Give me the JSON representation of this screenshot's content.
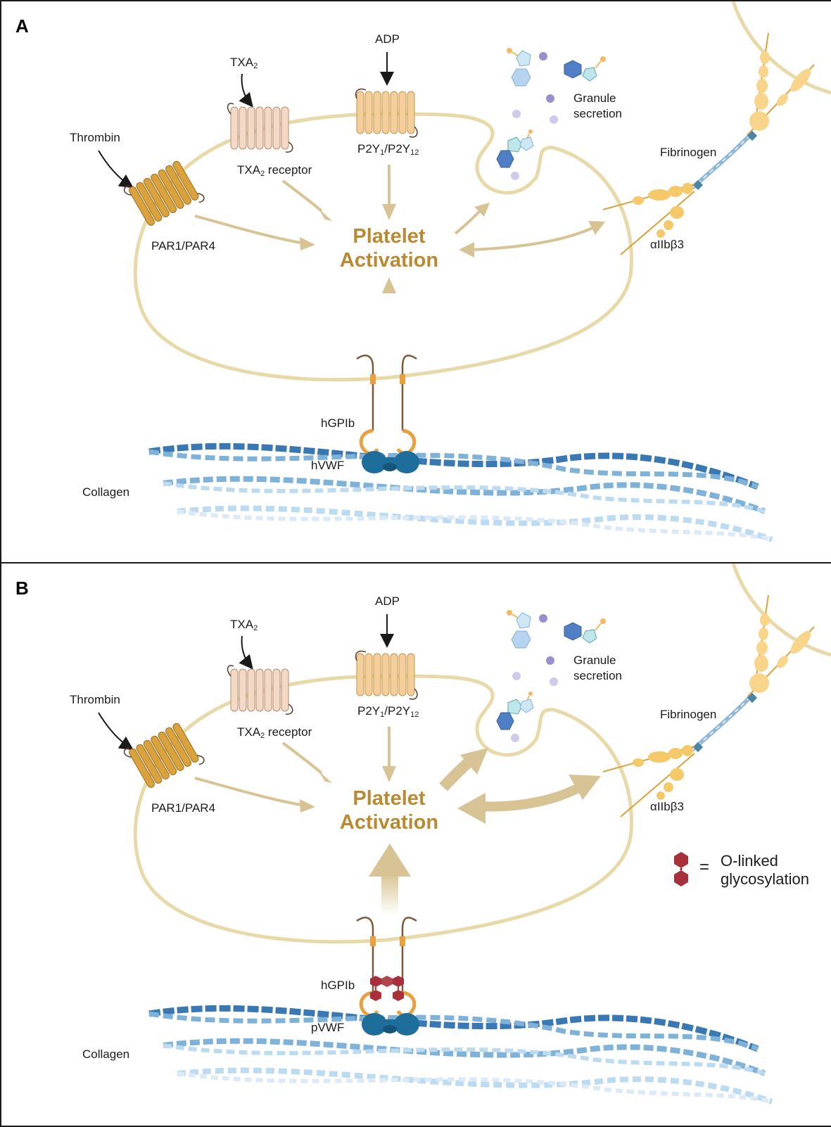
{
  "panels": [
    {
      "letter": "A",
      "labels": {
        "adp": "ADP",
        "txa2": "TXA",
        "txa2_sub": "2",
        "txa2_receptor": "TXA",
        "txa2_receptor_sub": "2",
        "txa2_receptor_suffix": " receptor",
        "thrombin": "Thrombin",
        "par": "PAR1/PAR4",
        "p2y_a": "P2Y",
        "p2y_a_sub": "1",
        "p2y_b": "/P2Y",
        "p2y_b_sub": "12",
        "granule_line1": "Granule",
        "granule_line2": "secretion",
        "fibrinogen": "Fibrinogen",
        "integrin": "αIIbβ3",
        "activation_line1": "Platelet",
        "activation_line2": "Activation",
        "gpib": "hGPIb",
        "vwf": "hVWF",
        "collagen": "Collagen"
      }
    },
    {
      "letter": "B",
      "labels": {
        "adp": "ADP",
        "txa2": "TXA",
        "txa2_sub": "2",
        "txa2_receptor": "TXA",
        "txa2_receptor_sub": "2",
        "txa2_receptor_suffix": " receptor",
        "thrombin": "Thrombin",
        "par": "PAR1/PAR4",
        "p2y_a": "P2Y",
        "p2y_a_sub": "1",
        "p2y_b": "/P2Y",
        "p2y_b_sub": "12",
        "granule_line1": "Granule",
        "granule_line2": "secretion",
        "fibrinogen": "Fibrinogen",
        "integrin": "αIIbβ3",
        "activation_line1": "Platelet",
        "activation_line2": "Activation",
        "gpib": "hGPIb",
        "vwf": "pVWF",
        "collagen": "Collagen"
      },
      "legend": {
        "equals": "=",
        "line1": "O-linked",
        "line2": "glycosylation"
      }
    }
  ],
  "colors": {
    "membrane": "#e8d9a8",
    "activation_text": "#b98a32",
    "arrow": "#d8c394",
    "receptor_gold": "#d9a23c",
    "receptor_pink": "#f2d9c8",
    "receptor_peach": "#f4cf9b",
    "collagen_dark": "#3a78b3",
    "collagen_mid": "#7fb2d9",
    "collagen_light": "#bcdaf0",
    "vwf": "#1e6e9c",
    "glycan": "#a8303a",
    "fibrinogen": "#f5c96a"
  },
  "icons": [
    "receptor-icon",
    "granule-molecule-icon",
    "glycan-icon",
    "fibrinogen-icon",
    "collagen-helix-icon"
  ]
}
